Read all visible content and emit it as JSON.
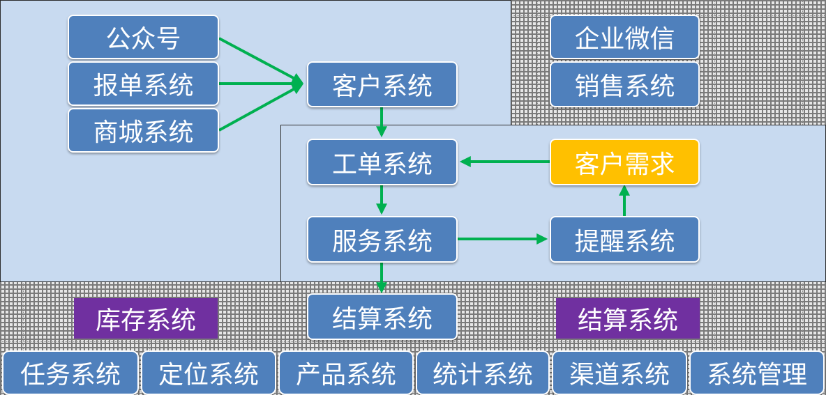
{
  "nodes": {
    "gongzhonghao": "公众号",
    "baodan": "报单系统",
    "shangcheng": "商城系统",
    "kehu": "客户系统",
    "qiyeweixin": "企业微信",
    "xiaoshou": "销售系统",
    "gongdan": "工单系统",
    "kehuxuqiu": "客户需求",
    "fuwu": "服务系统",
    "tixing": "提醒系统",
    "kucun": "库存系统",
    "jiesuan_center": "结算系统",
    "jiesuan_right": "结算系统"
  },
  "bottom_bar": [
    "任务系统",
    "定位系统",
    "产品系统",
    "统计系统",
    "渠道系统",
    "系统管理"
  ],
  "colors": {
    "node_blue": "#4f80bc",
    "highlight_yellow": "#ffc000",
    "purple": "#7030a0",
    "region_fill": "#c8daf0",
    "arrow_green": "#00b050"
  }
}
